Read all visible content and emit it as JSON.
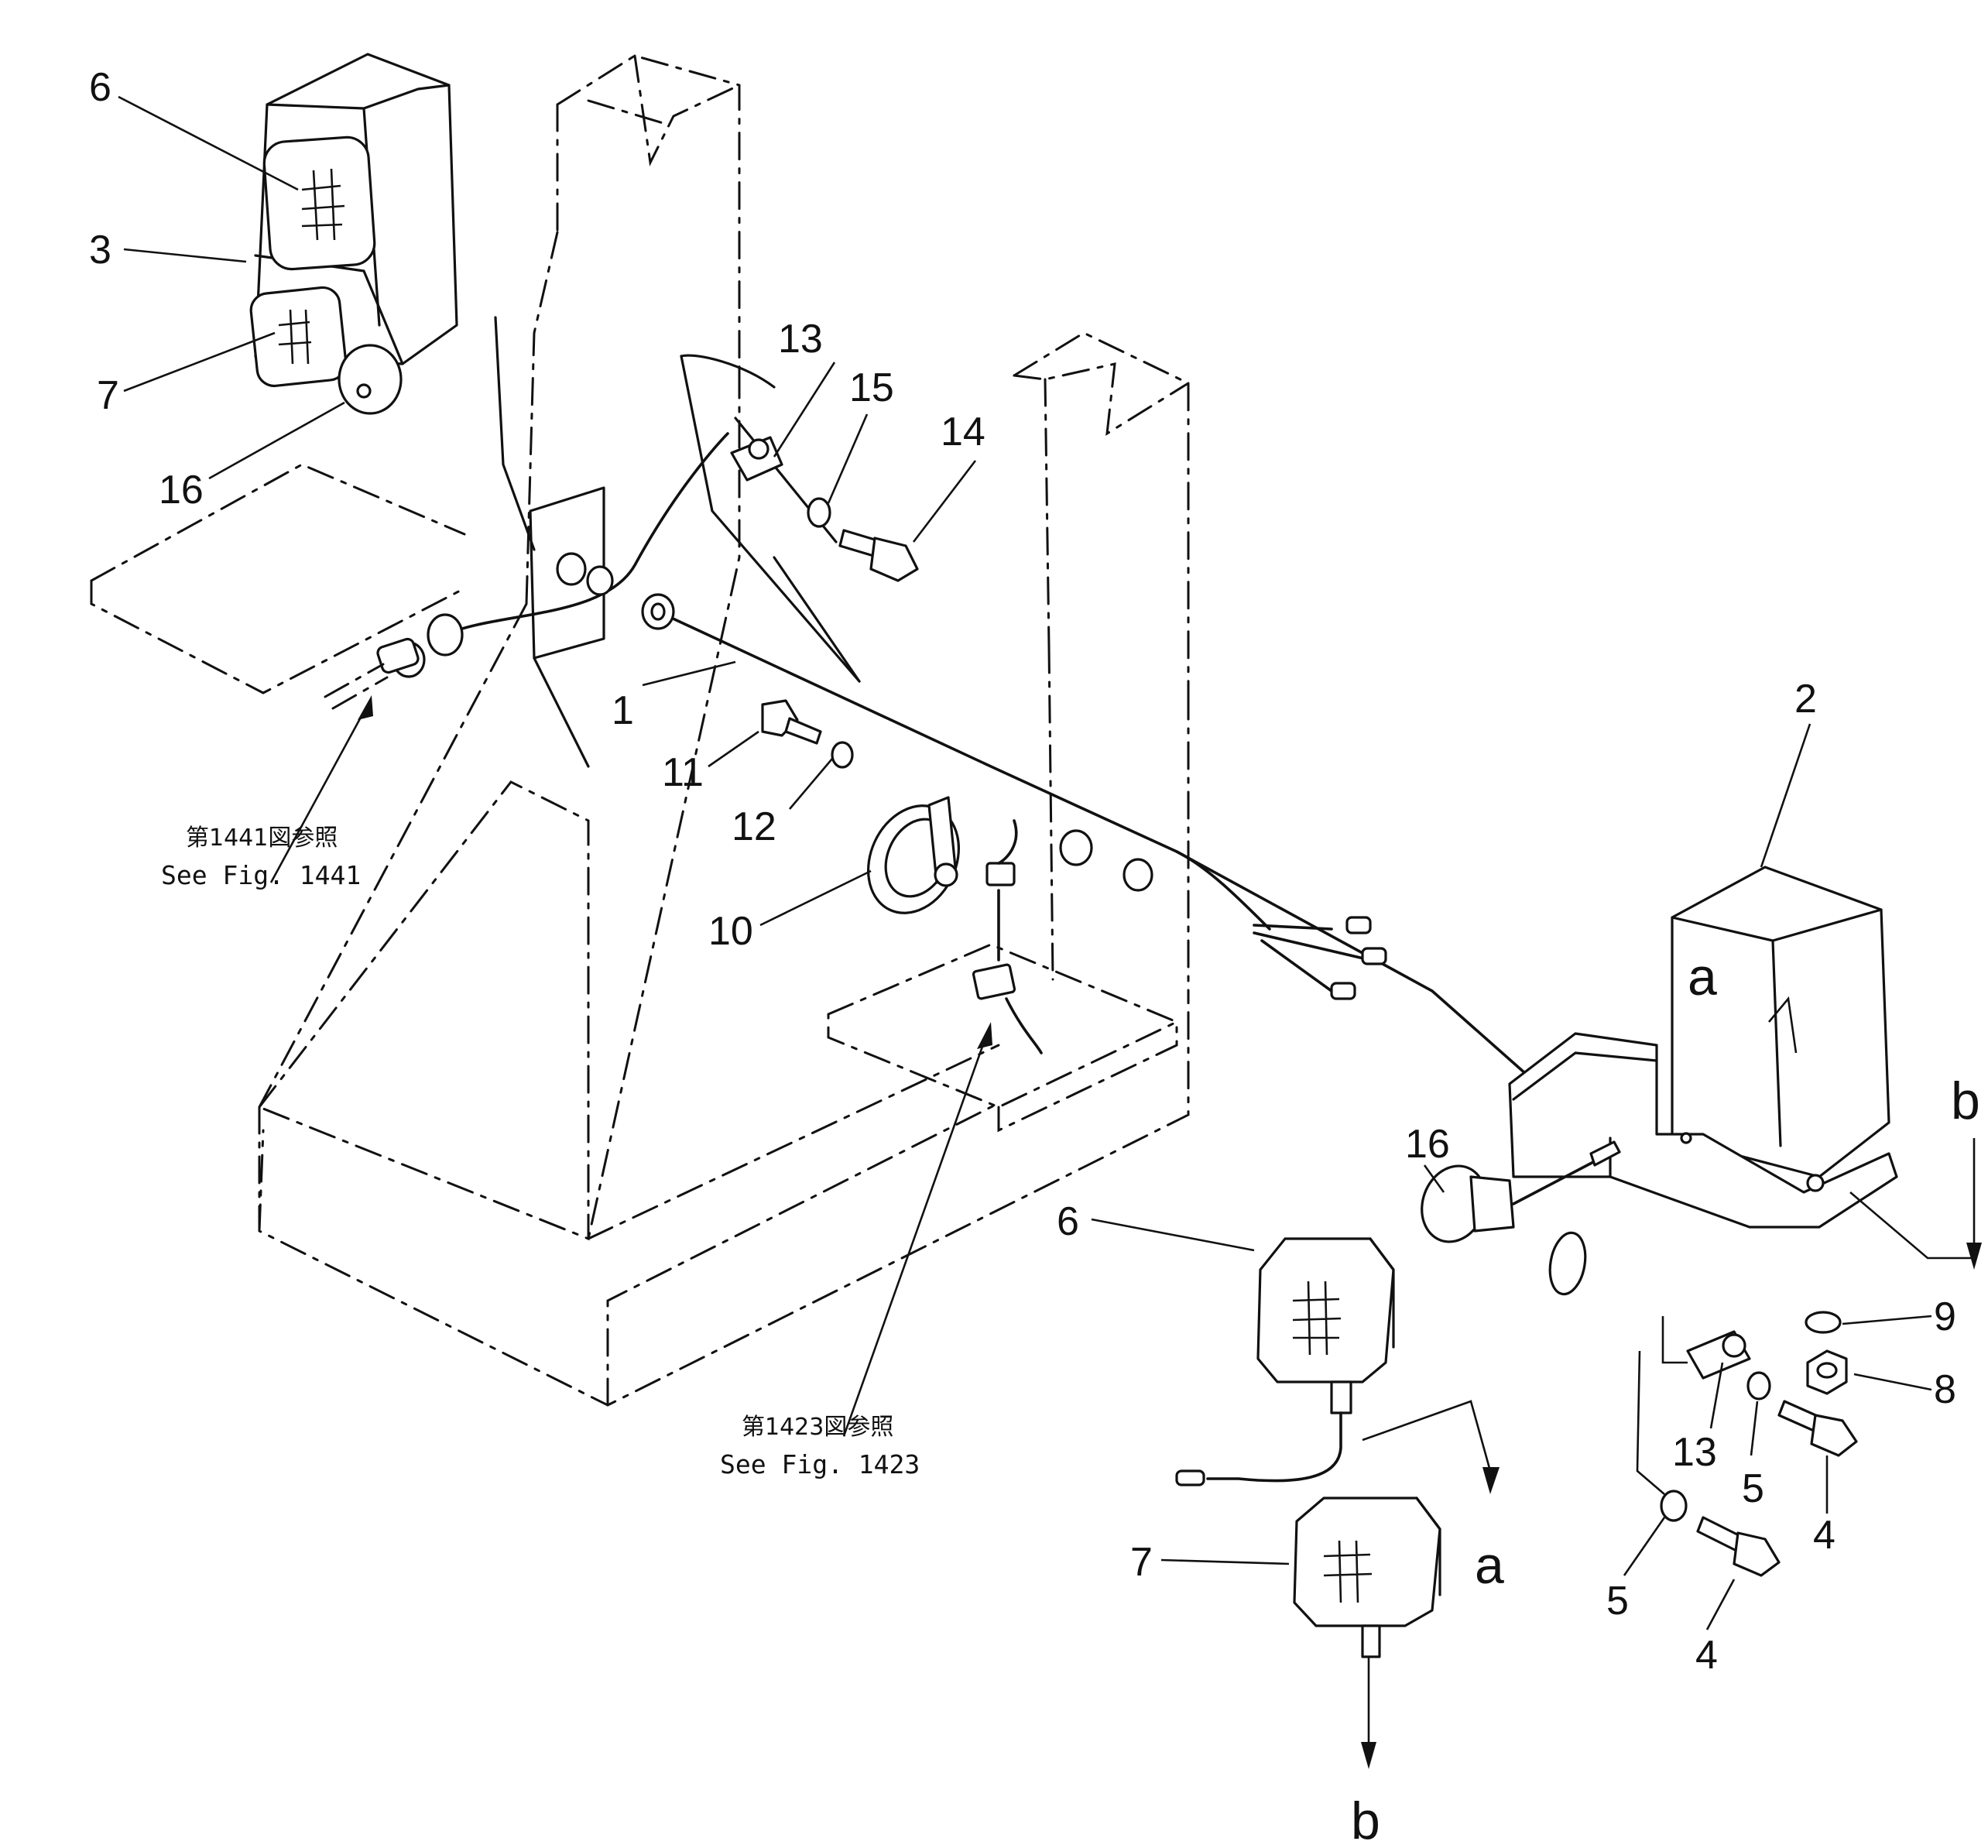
{
  "callouts": [
    "1",
    "2",
    "3",
    "4",
    "5",
    "6",
    "7",
    "8",
    "9",
    "10",
    "11",
    "12",
    "13",
    "14",
    "15",
    "16"
  ],
  "letters": {
    "a": "a",
    "b": "b"
  },
  "references": {
    "fig1441_jp": "第1441図参照",
    "fig1441_en": "See Fig. 1441",
    "fig1423_jp": "第1423図参照",
    "fig1423_en": "See Fig. 1423"
  }
}
